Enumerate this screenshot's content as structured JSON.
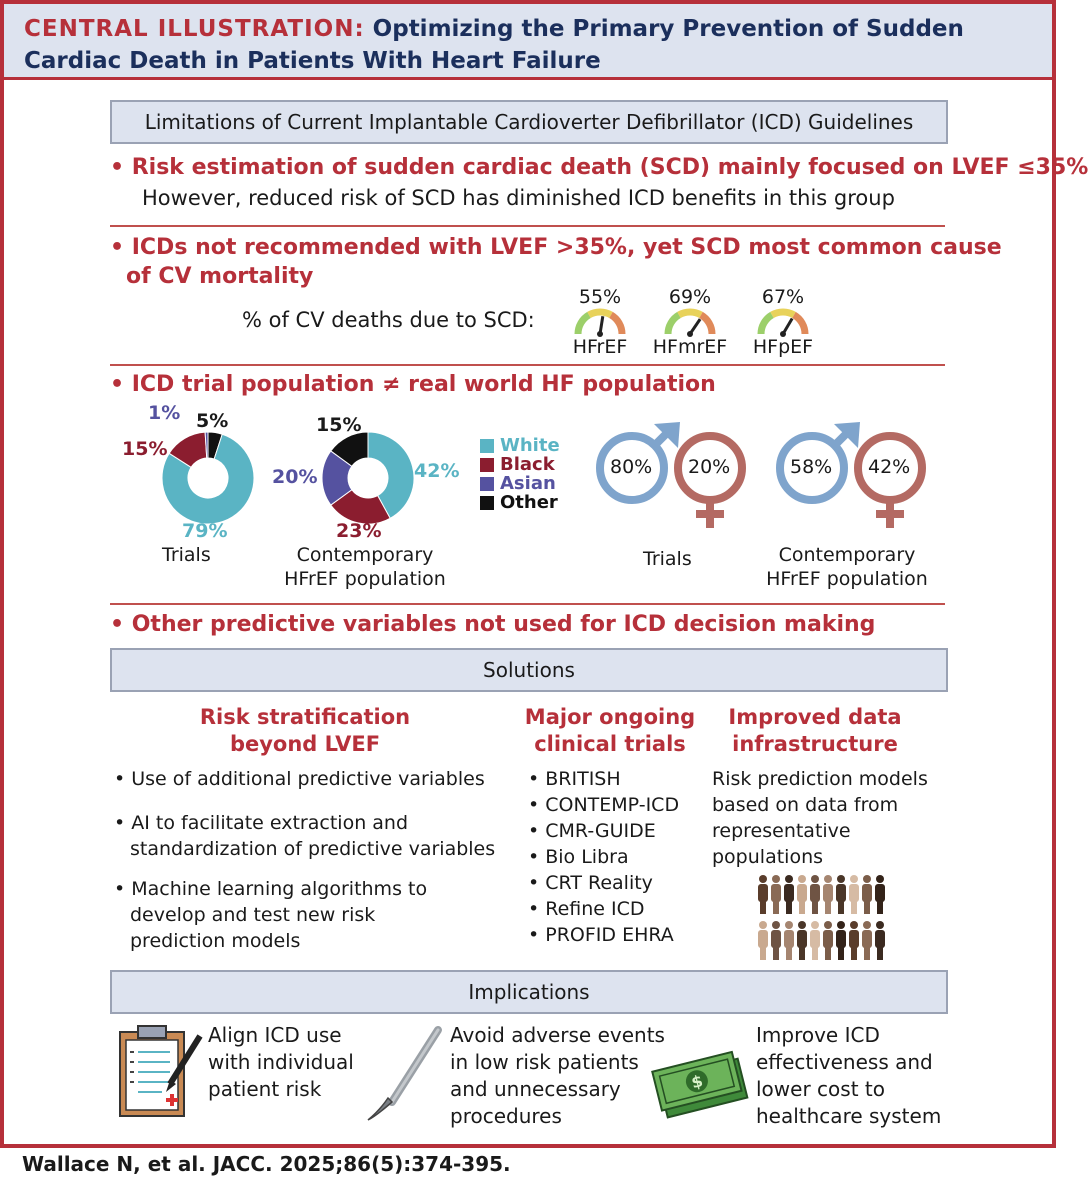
{
  "header": {
    "label": "CENTRAL ILLUSTRATION:",
    "title_line1": "Optimizing the Primary Prevention of Sudden",
    "title_line2": "Cardiac Death in Patients With Heart Failure"
  },
  "limitations": {
    "heading": "Limitations of Current Implantable Cardioverter Defibrillator (ICD) Guidelines",
    "bullet1": "• Risk estimation of sudden cardiac death (SCD) mainly focused on LVEF ≤35%",
    "bullet1_sub": "However, reduced risk of SCD has diminished ICD benefits in this group",
    "bullet2_line1": "• ICDs not recommended with LVEF >35%, yet SCD most common cause",
    "bullet2_line2": "of CV mortality",
    "gauge_caption": "% of CV deaths due to SCD:",
    "gauges": [
      {
        "value": "55%",
        "label": "HFrEF",
        "fraction": 0.55
      },
      {
        "value": "69%",
        "label": "HFmrEF",
        "fraction": 0.69
      },
      {
        "value": "67%",
        "label": "HFpEF",
        "fraction": 0.67
      }
    ],
    "bullet3": "• ICD trial population ≠ real world HF population",
    "bullet4": "• Other predictive variables not used for ICD decision making"
  },
  "chart_data": [
    {
      "type": "pie",
      "title": "Trials",
      "categories": [
        "White",
        "Black",
        "Asian",
        "Other"
      ],
      "values": [
        79,
        15,
        1,
        5
      ],
      "labels": [
        "79%",
        "15%",
        "1%",
        "5%"
      ]
    },
    {
      "type": "pie",
      "title": "Contemporary HFrEF population",
      "categories": [
        "White",
        "Black",
        "Asian",
        "Other"
      ],
      "values": [
        42,
        23,
        20,
        15
      ],
      "labels": [
        "42%",
        "23%",
        "20%",
        "15%"
      ]
    }
  ],
  "race_legend": [
    {
      "label": "White",
      "color": "#5ab4c4"
    },
    {
      "label": "Black",
      "color": "#8b1d2f"
    },
    {
      "label": "Asian",
      "color": "#5552a0"
    },
    {
      "label": "Other",
      "color": "#111111"
    }
  ],
  "donut_captions": {
    "trials": "Trials",
    "contemporary_line1": "Contemporary",
    "contemporary_line2": "HFrEF population"
  },
  "sex": {
    "trials": {
      "male": "80%",
      "female": "20%",
      "caption": "Trials"
    },
    "contemporary": {
      "male": "58%",
      "female": "42%",
      "caption_line1": "Contemporary",
      "caption_line2": "HFrEF population"
    },
    "male_color": "#7fa4cc",
    "female_color": "#b46a63"
  },
  "solutions": {
    "heading": "Solutions",
    "col1": {
      "title_line1": "Risk stratification",
      "title_line2": "beyond LVEF",
      "items": [
        "• Use of additional predictive variables",
        "• AI to facilitate extraction and",
        "standardization of predictive variables",
        "• Machine learning algorithms to",
        "develop and test new risk",
        "prediction models"
      ]
    },
    "col2": {
      "title_line1": "Major ongoing",
      "title_line2": "clinical trials",
      "items": [
        "• BRITISH",
        "• CONTEMP-ICD",
        "• CMR-GUIDE",
        "• Bio Libra",
        "• CRT Reality",
        "• Refine ICD",
        "• PROFID EHRA"
      ]
    },
    "col3": {
      "title_line1": "Improved data",
      "title_line2": "infrastructure",
      "items": [
        "Risk prediction models",
        "based on data from",
        "representative",
        "populations"
      ]
    }
  },
  "implications": {
    "heading": "Implications",
    "items": [
      {
        "lines": [
          "Align ICD use",
          "with individual",
          "patient risk"
        ],
        "icon": "clipboard-icon"
      },
      {
        "lines": [
          "Avoid adverse events",
          "in low risk patients",
          "and unnecessary",
          "procedures"
        ],
        "icon": "scalpel-icon"
      },
      {
        "lines": [
          "Improve ICD",
          "effectiveness and",
          "lower cost to",
          "healthcare system"
        ],
        "icon": "money-icon"
      }
    ]
  },
  "citation": "Wallace N, et al. JACC. 2025;86(5):374-395."
}
